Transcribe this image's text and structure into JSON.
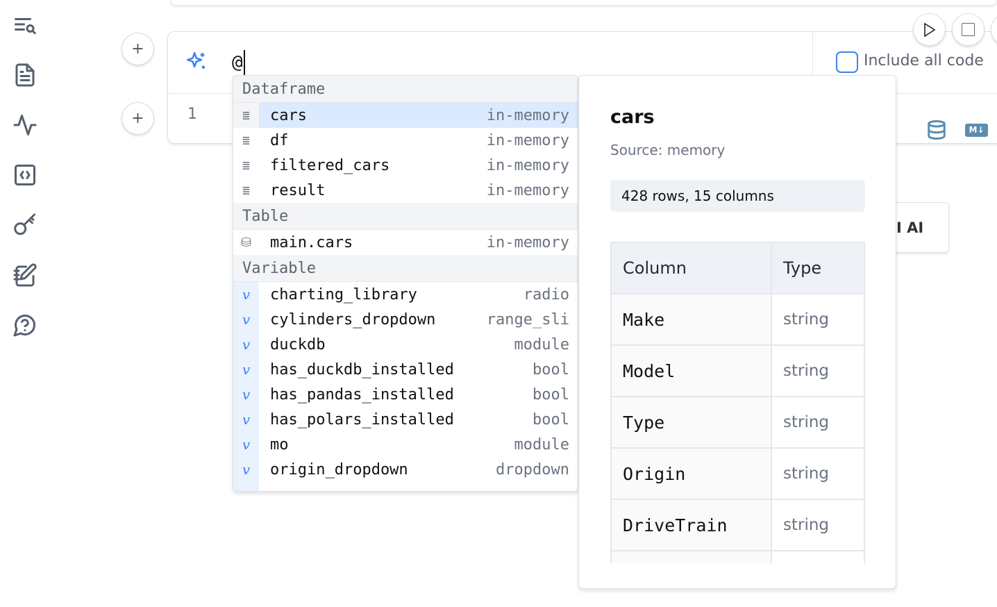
{
  "sidebar": {
    "items": [
      {
        "icon": "search-list-icon"
      },
      {
        "icon": "file-icon"
      },
      {
        "icon": "activity-icon"
      },
      {
        "icon": "code-icon"
      },
      {
        "icon": "key-icon"
      },
      {
        "icon": "notebook-pen-icon"
      },
      {
        "icon": "help-icon"
      }
    ]
  },
  "cell": {
    "input": "@",
    "line_number": "1",
    "include_all_code": "Include all code",
    "ai_button_fragment": "I AI"
  },
  "autocomplete": {
    "groups": [
      {
        "label": "Dataframe",
        "items": [
          {
            "name": "cars",
            "type": "in-memory",
            "selected": true
          },
          {
            "name": "df",
            "type": "in-memory"
          },
          {
            "name": "filtered_cars",
            "type": "in-memory"
          },
          {
            "name": "result",
            "type": "in-memory"
          }
        ]
      },
      {
        "label": "Table",
        "items": [
          {
            "name": "main.cars",
            "type": "in-memory"
          }
        ]
      },
      {
        "label": "Variable",
        "items": [
          {
            "name": "charting_library",
            "type": "radio"
          },
          {
            "name": "cylinders_dropdown",
            "type": "range_sli"
          },
          {
            "name": "duckdb",
            "type": "module"
          },
          {
            "name": "has_duckdb_installed",
            "type": "bool"
          },
          {
            "name": "has_pandas_installed",
            "type": "bool"
          },
          {
            "name": "has_polars_installed",
            "type": "bool"
          },
          {
            "name": "mo",
            "type": "module"
          },
          {
            "name": "origin_dropdown",
            "type": "dropdown"
          }
        ]
      }
    ]
  },
  "info": {
    "title": "cars",
    "source": "Source: memory",
    "summary": "428 rows, 15 columns",
    "headers": [
      "Column",
      "Type"
    ],
    "rows": [
      [
        "Make",
        "string"
      ],
      [
        "Model",
        "string"
      ],
      [
        "Type",
        "string"
      ],
      [
        "Origin",
        "string"
      ],
      [
        "DriveTrain",
        "string"
      ]
    ]
  },
  "colors": {
    "accent": "#3b82f6",
    "selected": "#dbeafe"
  }
}
